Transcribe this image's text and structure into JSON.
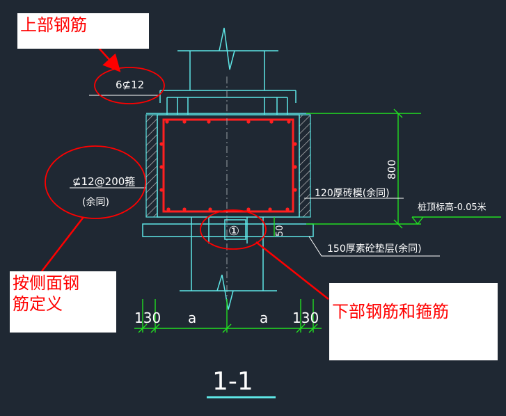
{
  "callouts": {
    "top_rebar": "上部钢筋",
    "side_rebar_line1": "按侧面钢",
    "side_rebar_line2": "筋定义",
    "bottom_rebar": "下部钢筋和箍筋"
  },
  "drawing": {
    "top_rebar_label": "6⊈12",
    "side_rebar_label": "⊈12@200箍",
    "side_rebar_note": "(余同)",
    "height_dim": "800",
    "brick_label": "120厚砖模(余同)",
    "pile_top_label": "桩顶标高-0.05米",
    "cushion_label": "150厚素砼垫层(余同)",
    "small_dim": "50",
    "circle_num": "①",
    "dim_left": "130",
    "dim_a1": "a",
    "dim_a2": "a",
    "dim_right": "130",
    "section_label": "1-1"
  },
  "colors": {
    "background": "#1f2833",
    "cyan": "#5ee6e6",
    "red": "#ff2020",
    "green": "#22dd22",
    "white": "#ffffff"
  }
}
